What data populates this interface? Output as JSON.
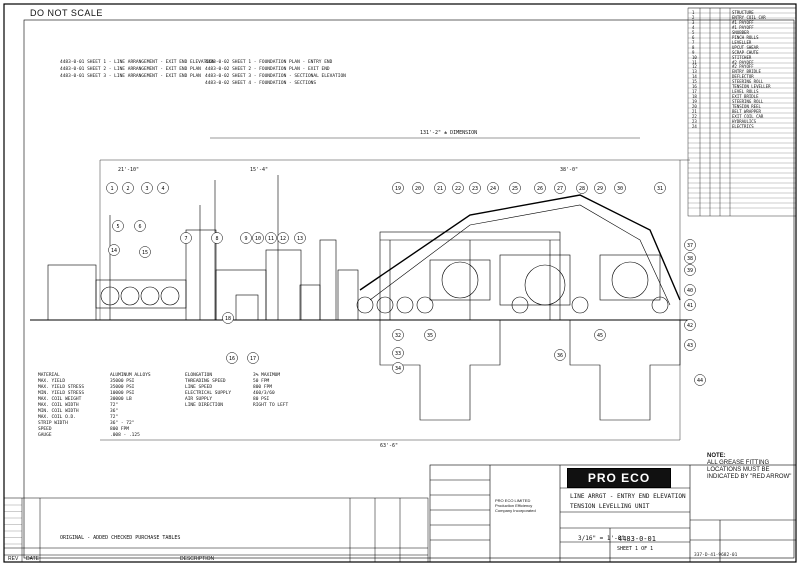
{
  "sheet": {
    "do_not_scale": "DO NOT SCALE",
    "note_title": "NOTE:",
    "note_body": "ALL GREASE FITTING LOCATIONS MUST BE INDICATED BY \"RED ARROW\"",
    "logo_text": "PRO ECO",
    "title_line1": "LINE ARRGT - ENTRY END ELEVATION",
    "title_line2": "TENSION LEVELLING UNIT",
    "drawing_number": "4483-0-01",
    "sheet_number": "SHEET 1 OF 1",
    "scale": "3/16\" = 1'-0\"",
    "side_ref": "337-D-41-9682-01",
    "revision_text": "ORIGINAL - ADDED CHECKED PURCHASE TABLES",
    "description_label": "DESCRIPTION",
    "rev_label": "REV",
    "date_label": "DATE",
    "company_lines": [
      "PRO ECO LIMITED",
      "Production Efficiency",
      "Company Incorporated"
    ],
    "ref_drawings_left": [
      "4483-0-01  SHEET 1 - LINE ARRANGEMENT - EXIT END ELEVATION",
      "4483-0-01  SHEET 2 - LINE ARRANGEMENT - EXIT END PLAN",
      "4483-0-01  SHEET 3 - LINE ARRANGEMENT - EXIT END PLAN"
    ],
    "ref_drawings_right": [
      "4483-0-02  SHEET 1 - FOUNDATION PLAN - ENTRY END",
      "4483-0-02  SHEET 2 - FOUNDATION PLAN - EXIT END",
      "4483-0-02  SHEET 3 - FOUNDATION - SECTIONAL ELEVATION",
      "4483-0-02  SHEET 4 - FOUNDATION - SECTIONS"
    ],
    "line_spec": [
      [
        "MATERIAL",
        "ALUMINUM ALLOYS"
      ],
      [
        "MAX. YIELD",
        "35000 PSI"
      ],
      [
        "MAX. YIELD STRESS",
        "35000 PSI"
      ],
      [
        "MIN. YIELD STRESS",
        "10000 PSI"
      ],
      [
        "MAX. COIL WEIGHT",
        "30000 LB"
      ],
      [
        "MAX. COIL WIDTH",
        "72\""
      ],
      [
        "MIN. COIL WIDTH",
        "36\""
      ],
      [
        "MAX. COIL O.D.",
        "72\""
      ],
      [
        "STRIP WIDTH",
        "36\" - 72\""
      ],
      [
        "SPEED",
        "800 FPM"
      ],
      [
        "GAUGE",
        ".008 - .125"
      ]
    ],
    "line_spec2": [
      [
        "ELONGATION",
        "3% MAXIMUM"
      ],
      [
        "THREADING SPEED",
        "50 FPM"
      ],
      [
        "LINE SPEED",
        "800 FPM"
      ],
      [
        "ELECTRICAL SUPPLY",
        "460/3/60"
      ],
      [
        "AIR SUPPLY",
        "80 PSI"
      ],
      [
        "LINE DIRECTION",
        "RIGHT TO LEFT"
      ]
    ],
    "bom_items": [
      "STRUCTURE",
      "ENTRY COIL CAR",
      "#1 PAYOFF",
      "#1 PAYOFF",
      "SNUBBER",
      "PINCH ROLLS",
      "LEVELLER",
      "UPCUT SHEAR",
      "SCRAP CHUTE",
      "STITCHER",
      "#2 PAYOFF",
      "#2 PAYOFF",
      "ENTRY BRIDLE",
      "DEFLECTOR",
      "STEERING ROLL",
      "TENSION LEVELLER",
      "LEVEL ROLLS",
      "EXIT BRIDLE",
      "STEERING ROLL",
      "TENSION REEL",
      "BELT WRAPPER",
      "EXIT COIL CAR",
      "HYDRAULICS",
      "ELECTRICS"
    ],
    "bom_numbers": [
      "1",
      "2",
      "3",
      "4",
      "5",
      "6",
      "7",
      "8",
      "9",
      "10",
      "11",
      "12",
      "13",
      "14",
      "15",
      "16",
      "17",
      "18",
      "19",
      "20",
      "21",
      "22",
      "23",
      "24"
    ],
    "dims": {
      "overall": "131'-2\" ± DIMENSION",
      "left": "21'-10\"",
      "mid": "15'-4\"",
      "right": "38'-0\"",
      "bottom": "63'-6\""
    }
  },
  "balloons": [
    "1",
    "2",
    "3",
    "4",
    "5",
    "6",
    "7",
    "8",
    "9",
    "10",
    "11",
    "12",
    "13",
    "14",
    "15",
    "16",
    "17",
    "18",
    "19",
    "20",
    "21",
    "22",
    "23",
    "24",
    "25",
    "26",
    "27",
    "28",
    "29",
    "30",
    "31",
    "32",
    "33",
    "34",
    "35",
    "36",
    "37",
    "38",
    "39",
    "40",
    "41",
    "42",
    "43",
    "44",
    "45"
  ]
}
